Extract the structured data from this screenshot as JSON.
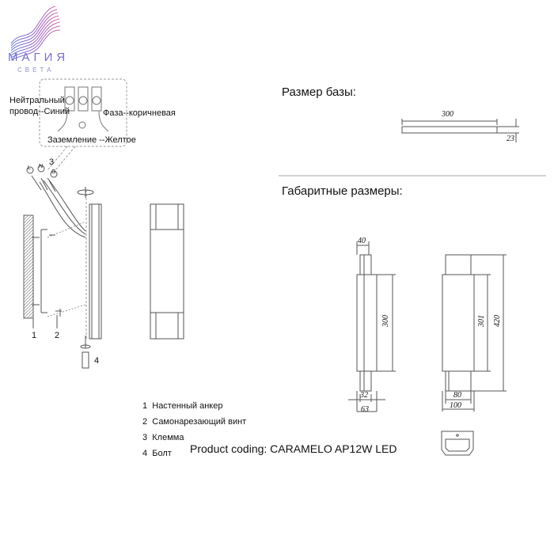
{
  "logo": {
    "title": "МАГИЯ",
    "subtitle": "СВЕТА"
  },
  "wiring": {
    "neutral_line1": "Нейтральный",
    "neutral_line2": "провод--Синий",
    "phase": "Фаза--коричневая",
    "ground": "Заземление --Желтое",
    "terminal_letters": [
      "L",
      "N",
      "G"
    ]
  },
  "callouts": [
    "1",
    "2",
    "3",
    "4"
  ],
  "base_size": {
    "title": "Размер базы:",
    "length": "300",
    "height": "23"
  },
  "overall": {
    "title": "Габаритные размеры:",
    "side": {
      "top": "40",
      "body": "300",
      "inner": "32",
      "width": "63"
    },
    "front": {
      "body": "301",
      "total": "420",
      "inner": "80",
      "width": "100"
    }
  },
  "legend": [
    {
      "num": "1",
      "text": "Настенный анкер"
    },
    {
      "num": "2",
      "text": "Самонарезающий винт"
    },
    {
      "num": "3",
      "text": "Клемма"
    },
    {
      "num": "4",
      "text": "Болт"
    }
  ],
  "product_coding": "Product coding: CARAMELO AP12W LED",
  "colors": {
    "logo_purple": "#8e5cc8",
    "logo_pink": "#c86ab8",
    "logo_blue": "#6a7fd6"
  }
}
